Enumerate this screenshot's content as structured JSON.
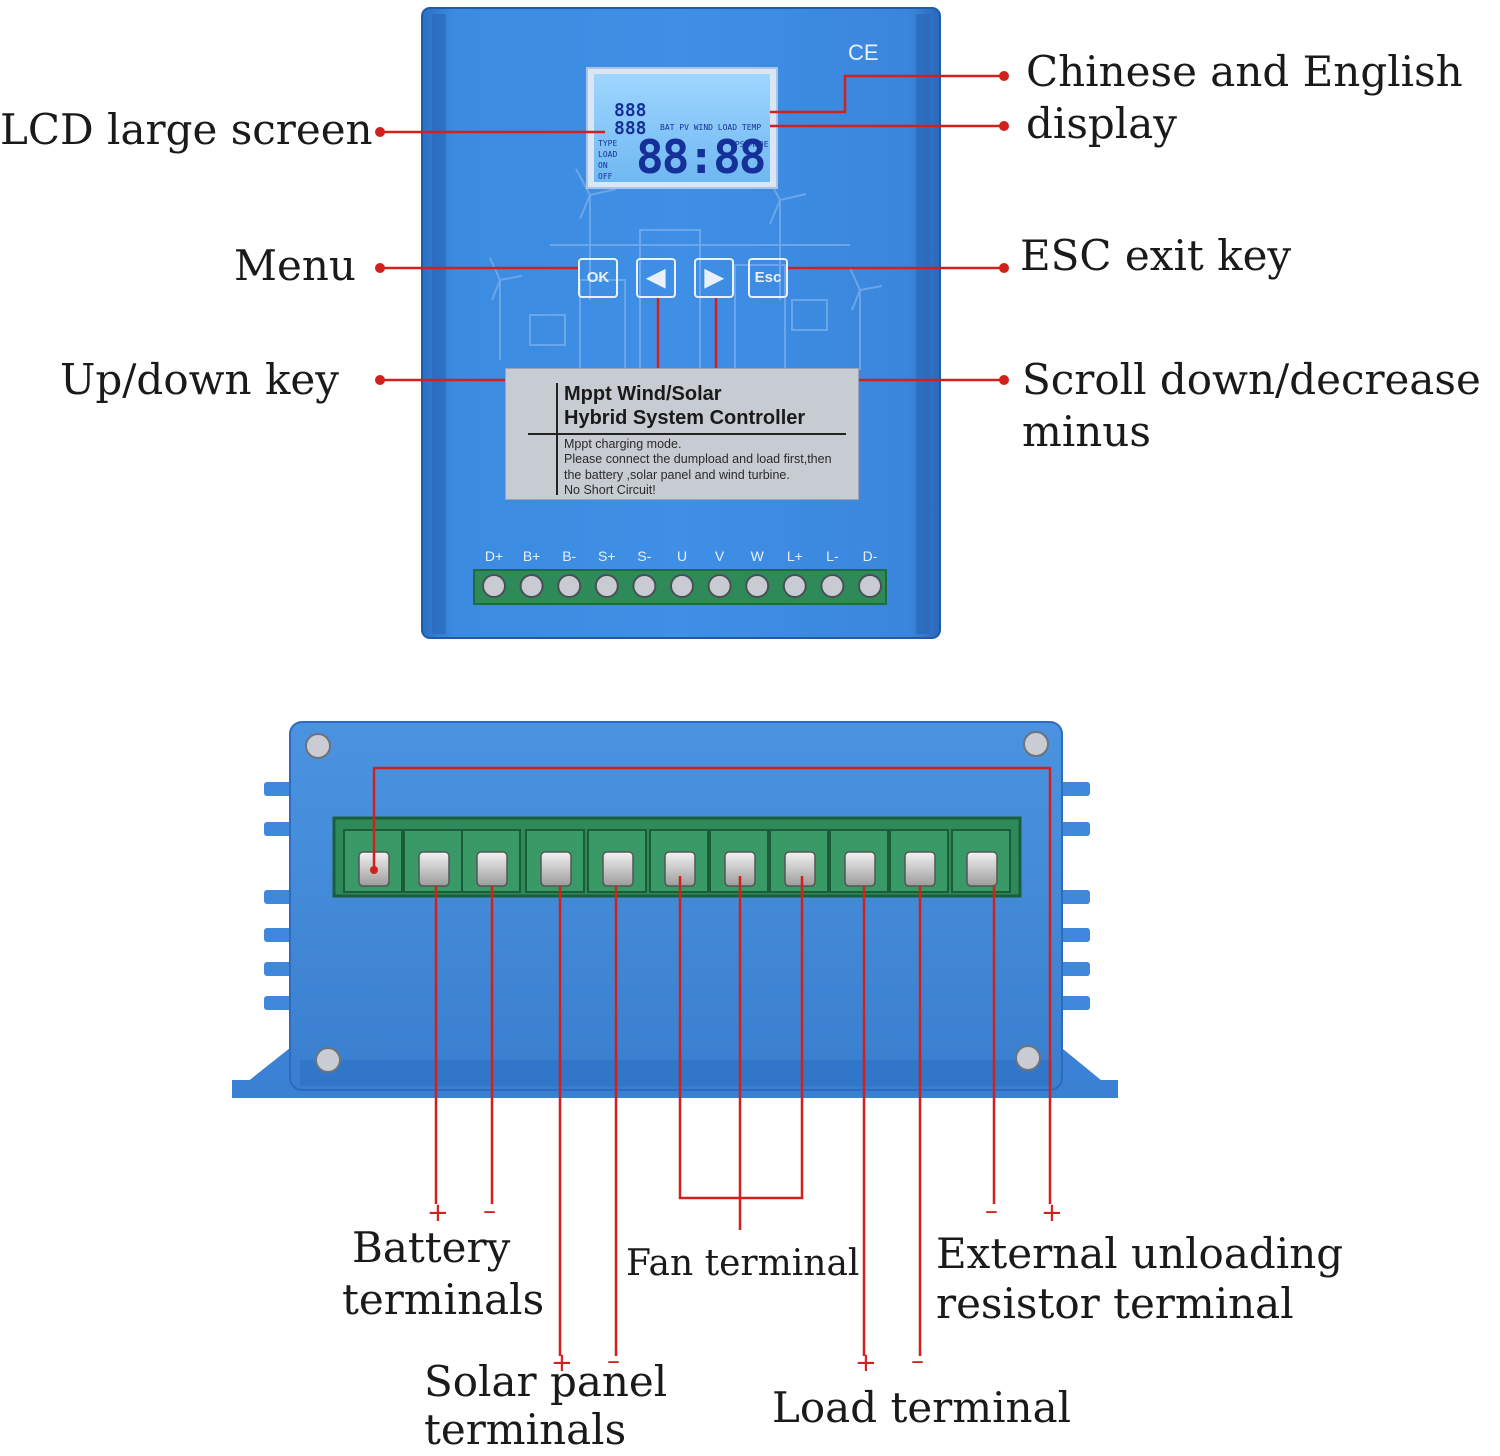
{
  "labels": {
    "lcd": "LCD large screen",
    "menu": "Menu",
    "updown": "Up/down key",
    "chinese_english_l1": "Chinese and English",
    "chinese_english_l2": "display",
    "esc": "ESC exit key",
    "scroll_l1": "Scroll down/decrease",
    "scroll_l2": "minus",
    "battery_l1": "Battery",
    "battery_l2": "terminals",
    "fan": "Fan terminal",
    "external_l1": "External unloading",
    "external_l2": "resistor terminal",
    "solar_l1": "Solar panel",
    "solar_l2": "terminals",
    "load": "Load terminal"
  },
  "signs": {
    "battery_plus": "+",
    "battery_minus": "–",
    "solar_plus": "+",
    "solar_minus": "–",
    "load_plus": "+",
    "load_minus": "–",
    "ext_minus": "–",
    "ext_plus": "+"
  },
  "device": {
    "ce_mark": "CE",
    "keys": [
      "OK",
      "◀",
      "▶",
      "Esc"
    ],
    "screen_digits": "88:88",
    "screen_small_1": "888",
    "screen_small_2": "888",
    "screen_row": "BAT PV WIND LOAD TEMP",
    "screen_mode": "TPS MODE",
    "screen_left": [
      "TYPE",
      "LOAD",
      "ON",
      "OFF"
    ],
    "sticker_title_1": "Mppt Wind/Solar",
    "sticker_title_2": "Hybrid System Controller",
    "sticker_sub_1": "Mppt charging mode.",
    "sticker_sub_2": "Please connect the dumpload and load first,then",
    "sticker_sub_3": "the battery ,solar panel and wind turbine.",
    "sticker_sub_4": "No Short Circuit!",
    "terminals": [
      "D+",
      "B+",
      "B-",
      "S+",
      "S-",
      "U",
      "V",
      "W",
      "L+",
      "L-",
      "D-"
    ]
  },
  "colors": {
    "leader": "#d2201c",
    "device_blue": "#2f7fd6",
    "terminal_green": "#2f8a5a"
  }
}
